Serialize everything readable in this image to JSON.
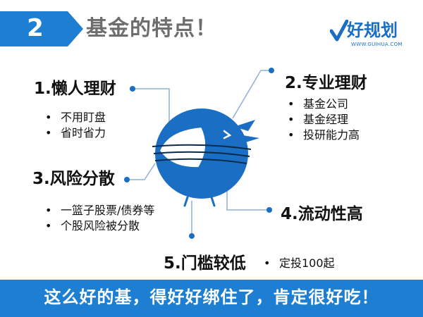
{
  "header": {
    "number": "2",
    "title": "基金的特点！",
    "accent": "#1e7fd2"
  },
  "logo": {
    "name": "好规划",
    "url": "WWW.GUIHUA.COM"
  },
  "sections": [
    {
      "title": "1.懒人理财",
      "points": [
        "不用盯盘",
        "省时省力"
      ]
    },
    {
      "title": "2.专业理财",
      "points": [
        "基金公司",
        "基金经理",
        "投研能力高"
      ]
    },
    {
      "title": "3.风险分散",
      "points": [
        "一篮子股票/债券等",
        "个股风险被分散"
      ]
    },
    {
      "title": "4.流动性高",
      "points": []
    },
    {
      "title": "5.门槛较低",
      "points": [
        "定投100起"
      ]
    }
  ],
  "footer": {
    "text": "这么好的基，得好好绑住了，肯定很好吃！"
  },
  "illustration": {
    "icon": "bird-icon",
    "color": "#1a6fc4"
  }
}
